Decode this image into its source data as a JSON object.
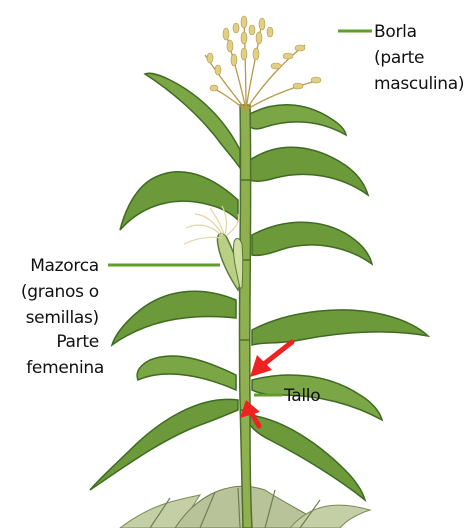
{
  "labels": {
    "tassel": [
      "Borla",
      "(parte",
      "masculina)"
    ],
    "ear": [
      "Mazorca",
      "(granos o",
      "semillas)",
      "Parte",
      "femenina"
    ],
    "stalk": [
      "Tallo"
    ]
  },
  "colors": {
    "leader_line": "#5f9e2b",
    "arrow": "#ee2222",
    "stalk": "#7fa046",
    "leaf": "#6c9a3a",
    "leaf_dark": "#3f6a22",
    "leaf_light": "#a8c878",
    "tassel": "#d8c47a",
    "silk": "#e9e0b8",
    "husk": "#b9cf86",
    "ground": "#b9c39a"
  }
}
